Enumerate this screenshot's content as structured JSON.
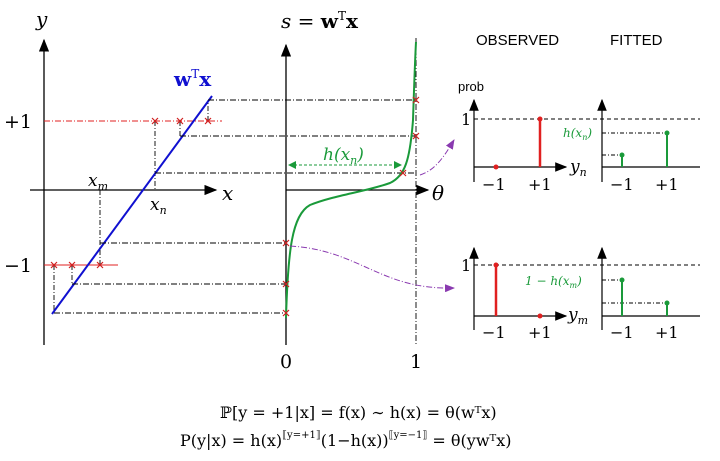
{
  "colors": {
    "blue_line": "#1010d0",
    "sigmoid": "#1a9a3a",
    "red": "#e02020",
    "marker": "#d02020",
    "purple": "#8a3ab0",
    "black": "#000000"
  },
  "left_plot": {
    "y_label": "y",
    "x_label": "x",
    "tick_plus1": "+1",
    "tick_minus1": "−1",
    "line_label_base": "w",
    "line_label_sup": "T",
    "line_label_tail": "x",
    "xm_base": "x",
    "xm_sub": "m",
    "xn_base": "x",
    "xn_sub": "n"
  },
  "middle_plot": {
    "title_pre": "s = ",
    "title_w": "w",
    "title_sup": "T",
    "title_x": "x",
    "theta_label": "θ",
    "tick_0": "0",
    "tick_1": "1",
    "h_label": "h(x",
    "h_sub": "n",
    "h_close": ")"
  },
  "headers": {
    "observed": "OBSERVED",
    "fitted": "FITTED"
  },
  "small_plots": {
    "prob_label": "prob",
    "tick_1": "1",
    "tick_minus1": "−1",
    "tick_plus1": "+1",
    "yn_base": "y",
    "yn_sub": "n",
    "ym_base": "y",
    "ym_sub": "m",
    "fit_top_label": "h(x",
    "fit_top_sub": "n",
    "fit_top_close": ")",
    "fit_bottom_label": "1 − h(x",
    "fit_bottom_sub": "m",
    "fit_bottom_close": ")"
  },
  "formulas": {
    "line1": "ℙ[y = +1|x] = f(x) ∼ h(x) = θ(wᵀx)",
    "line2_a": "P(y|x) = h(x)",
    "line2_sup1": "⟦y=+1⟧",
    "line2_b": "(1−h(x))",
    "line2_sup2": "⟦y=−1⟧",
    "line2_c": " = θ(ywᵀx)"
  }
}
